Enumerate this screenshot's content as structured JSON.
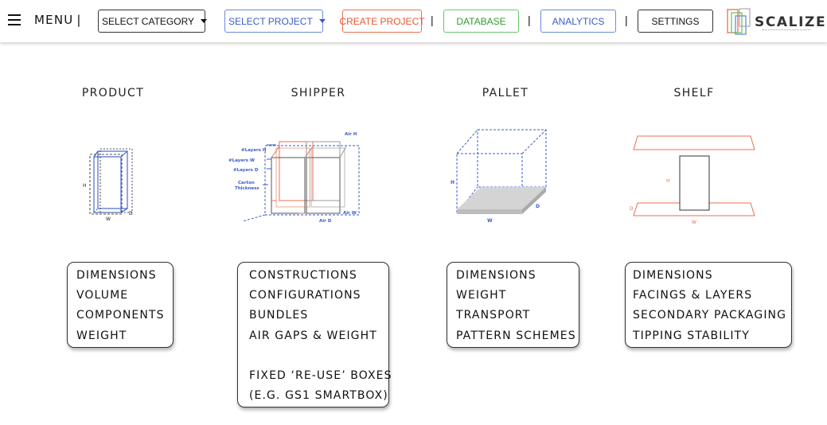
{
  "header": {
    "menu_label": "MENU",
    "menu_separator": "|",
    "select_category": "SELECT CATEGORY",
    "select_project": "SELECT PROJECT",
    "create_project": "CREATE PROJECT",
    "database": "DATABASE",
    "analytics": "ANALYTICS",
    "settings": "SETTINGS",
    "separator": "|",
    "logo_text": "SCALIZE"
  },
  "colors": {
    "accent_blue": "#3a5cc8",
    "accent_orange": "#e8562f",
    "accent_green": "#2f9d2f"
  },
  "columns": [
    {
      "title": "PRODUCT",
      "diagram_labels": [
        "H",
        "W",
        "D"
      ],
      "features": [
        "DIMENSIONS",
        "VOLUME",
        "COMPONENTS",
        "WEIGHT"
      ]
    },
    {
      "title": "SHIPPER",
      "diagram_labels": [
        "#Layers H",
        "#Layers W",
        "#Layers D",
        "Carton",
        "Thickness",
        "Air H",
        "Air W",
        "Air D"
      ],
      "features": [
        "CONSTRUCTIONS",
        "CONFIGURATIONS",
        "BUNDLES",
        "AIR GAPS & WEIGHT",
        "",
        "FIXED ‘RE-USE’ BOXES",
        "(E.G. GS1 SMARTBOX)"
      ]
    },
    {
      "title": "PALLET",
      "diagram_labels": [
        "H",
        "W",
        "D"
      ],
      "features": [
        "DIMENSIONS",
        "WEIGHT",
        "TRANSPORT",
        "PATTERN SCHEMES"
      ]
    },
    {
      "title": "SHELF",
      "diagram_labels": [
        "H",
        "D",
        "W"
      ],
      "features": [
        "DIMENSIONS",
        "FACINGS & LAYERS",
        "SECONDARY PACKAGING",
        "TIPPING STABILITY"
      ]
    }
  ]
}
